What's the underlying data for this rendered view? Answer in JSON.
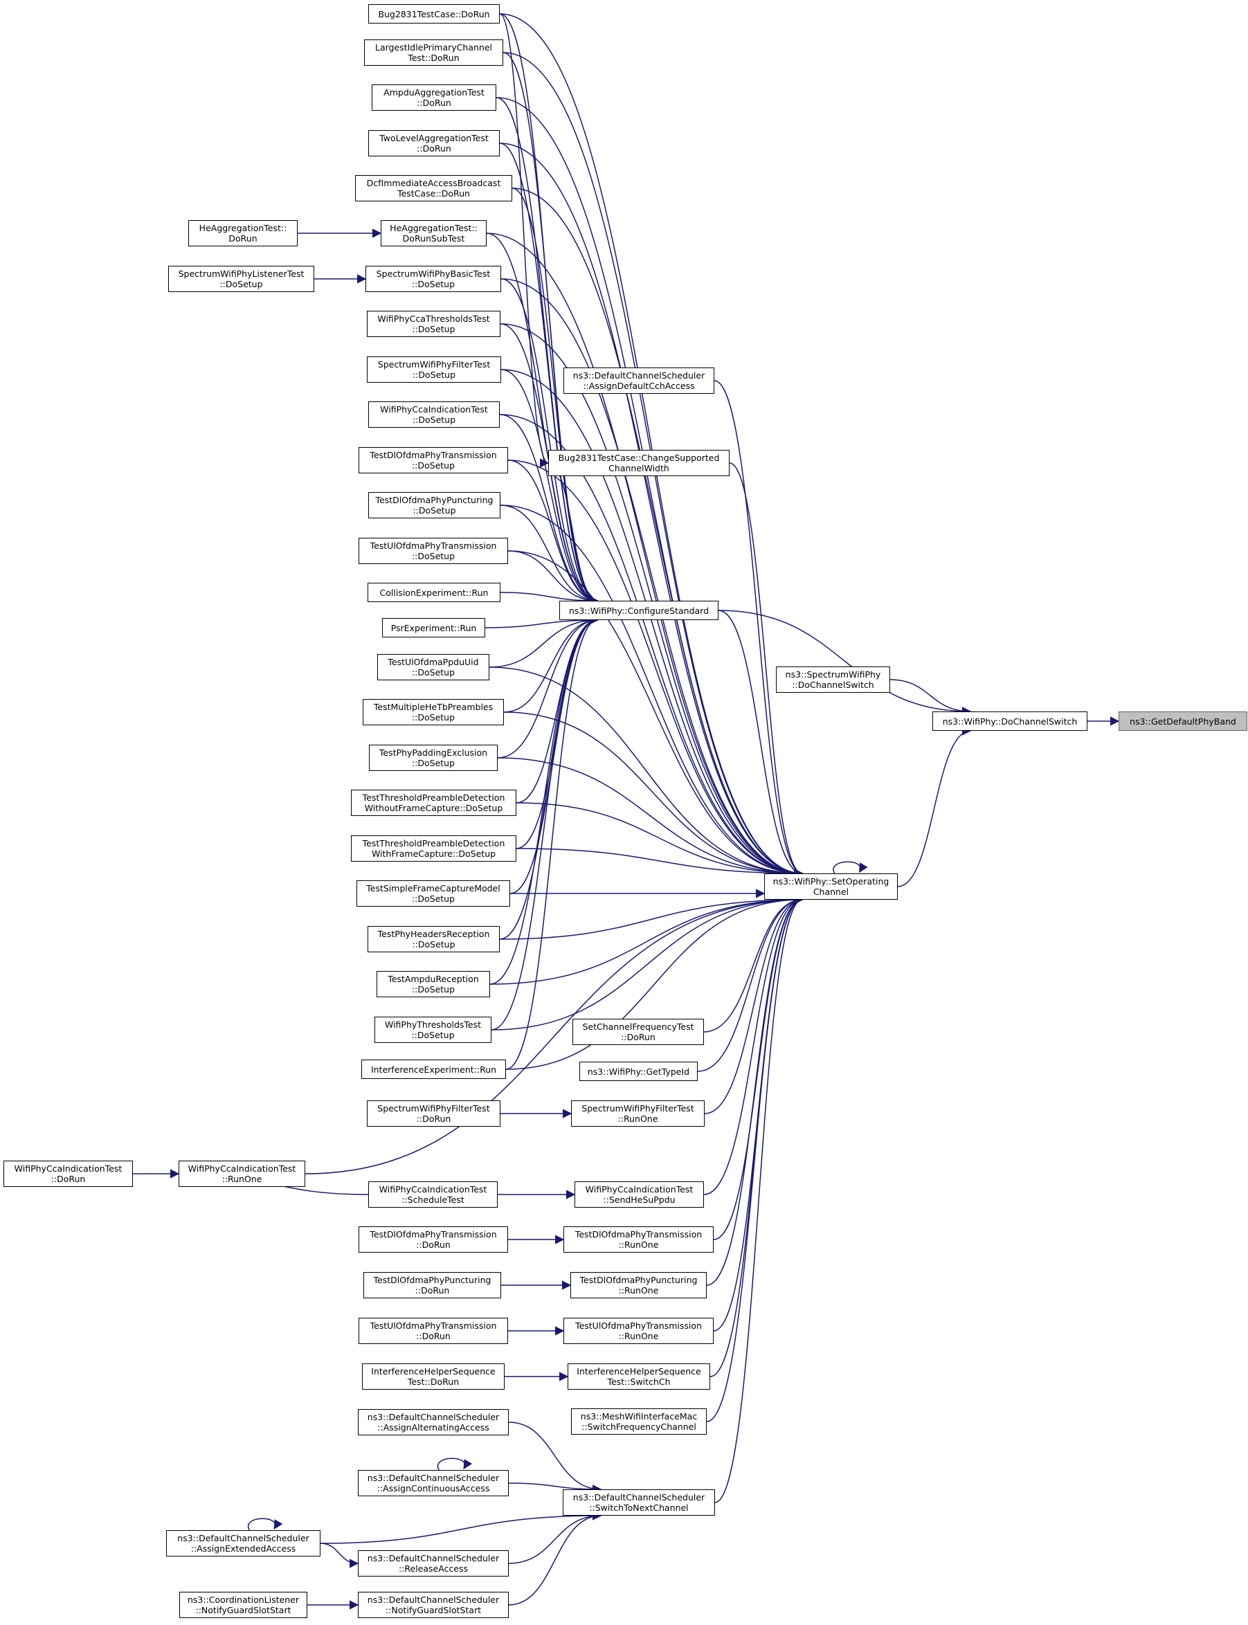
{
  "graph": {
    "root": "n_gdpb",
    "nodes": [
      {
        "id": "n_gdpb",
        "lines": [
          "ns3::GetDefaultPhyBand"
        ],
        "current": true
      },
      {
        "id": "n_dcs",
        "lines": [
          "ns3::WifiPhy::DoChannelSwitch"
        ]
      },
      {
        "id": "n_sdcs",
        "lines": [
          "ns3::SpectrumWifiPhy",
          "::DoChannelSwitch"
        ]
      },
      {
        "id": "n_soc",
        "lines": [
          "ns3::WifiPhy::SetOperating",
          "Channel"
        ]
      },
      {
        "id": "n_cs",
        "lines": [
          "ns3::WifiPhy::ConfigureStandard"
        ]
      },
      {
        "id": "n_bugrun",
        "lines": [
          "Bug2831TestCase::DoRun"
        ]
      },
      {
        "id": "n_lipc",
        "lines": [
          "LargestIdlePrimaryChannel",
          "Test::DoRun"
        ]
      },
      {
        "id": "n_ampdu",
        "lines": [
          "AmpduAggregationTest",
          "::DoRun"
        ]
      },
      {
        "id": "n_twolevel",
        "lines": [
          "TwoLevelAggregationTest",
          "::DoRun"
        ]
      },
      {
        "id": "n_dcf",
        "lines": [
          "DcfImmediateAccessBroadcast",
          "TestCase::DoRun"
        ]
      },
      {
        "id": "n_heagg",
        "lines": [
          "HeAggregationTest::",
          "DoRunSubTest"
        ]
      },
      {
        "id": "n_heagg_run",
        "lines": [
          "HeAggregationTest::",
          "DoRun"
        ]
      },
      {
        "id": "n_swpbasic",
        "lines": [
          "SpectrumWifiPhyBasicTest",
          "::DoSetup"
        ]
      },
      {
        "id": "n_swplistener",
        "lines": [
          "SpectrumWifiPhyListenerTest",
          "::DoSetup"
        ]
      },
      {
        "id": "n_wcca_thr",
        "lines": [
          "WifiPhyCcaThresholdsTest",
          "::DoSetup"
        ]
      },
      {
        "id": "n_swpfilter_setup",
        "lines": [
          "SpectrumWifiPhyFilterTest",
          "::DoSetup"
        ]
      },
      {
        "id": "n_wcca_ind_setup",
        "lines": [
          "WifiPhyCcaIndicationTest",
          "::DoSetup"
        ]
      },
      {
        "id": "n_dlofdma_tx_setup",
        "lines": [
          "TestDlOfdmaPhyTransmission",
          "::DoSetup"
        ]
      },
      {
        "id": "n_dlofdma_punc_setup",
        "lines": [
          "TestDlOfdmaPhyPuncturing",
          "::DoSetup"
        ]
      },
      {
        "id": "n_ulofdma_tx_setup",
        "lines": [
          "TestUlOfdmaPhyTransmission",
          "::DoSetup"
        ]
      },
      {
        "id": "n_collision",
        "lines": [
          "CollisionExperiment::Run"
        ]
      },
      {
        "id": "n_psr",
        "lines": [
          "PsrExperiment::Run"
        ]
      },
      {
        "id": "n_ulppdu",
        "lines": [
          "TestUlOfdmaPpduUid",
          "::DoSetup"
        ]
      },
      {
        "id": "n_multihetb",
        "lines": [
          "TestMultipleHeTbPreambles",
          "::DoSetup"
        ]
      },
      {
        "id": "n_padding",
        "lines": [
          "TestPhyPaddingExclusion",
          "::DoSetup"
        ]
      },
      {
        "id": "n_thr_wo",
        "lines": [
          "TestThresholdPreambleDetection",
          "WithoutFrameCapture::DoSetup"
        ]
      },
      {
        "id": "n_thr_w",
        "lines": [
          "TestThresholdPreambleDetection",
          "WithFrameCapture::DoSetup"
        ]
      },
      {
        "id": "n_simplecap",
        "lines": [
          "TestSimpleFrameCaptureModel",
          "::DoSetup"
        ]
      },
      {
        "id": "n_headers",
        "lines": [
          "TestPhyHeadersReception",
          "::DoSetup"
        ]
      },
      {
        "id": "n_ampdurx",
        "lines": [
          "TestAmpduReception",
          "::DoSetup"
        ]
      },
      {
        "id": "n_wphythr",
        "lines": [
          "WifiPhyThresholdsTest",
          "::DoSetup"
        ]
      },
      {
        "id": "n_interf",
        "lines": [
          "InterferenceExperiment::Run"
        ]
      },
      {
        "id": "n_adca",
        "lines": [
          "ns3::DefaultChannelScheduler",
          "::AssignDefaultCchAccess"
        ]
      },
      {
        "id": "n_bugchg",
        "lines": [
          "Bug2831TestCase::ChangeSupported",
          "ChannelWidth"
        ]
      },
      {
        "id": "n_setchfreq",
        "lines": [
          "SetChannelFrequencyTest",
          "::DoRun"
        ]
      },
      {
        "id": "n_gettypeid",
        "lines": [
          "ns3::WifiPhy::GetTypeId"
        ]
      },
      {
        "id": "n_swpfilter_runone",
        "lines": [
          "SpectrumWifiPhyFilterTest",
          "::RunOne"
        ]
      },
      {
        "id": "n_swpfilter_dorun",
        "lines": [
          "SpectrumWifiPhyFilterTest",
          "::DoRun"
        ]
      },
      {
        "id": "n_wcca_runone",
        "lines": [
          "WifiPhyCcaIndicationTest",
          "::RunOne"
        ]
      },
      {
        "id": "n_wcca_dorun",
        "lines": [
          "WifiPhyCcaIndicationTest",
          "::DoRun"
        ]
      },
      {
        "id": "n_wcca_sched",
        "lines": [
          "WifiPhyCcaIndicationTest",
          "::ScheduleTest"
        ]
      },
      {
        "id": "n_wcca_send",
        "lines": [
          "WifiPhyCcaIndicationTest",
          "::SendHeSuPpdu"
        ]
      },
      {
        "id": "n_dlofdma_tx_runone",
        "lines": [
          "TestDlOfdmaPhyTransmission",
          "::RunOne"
        ]
      },
      {
        "id": "n_dlofdma_tx_dorun",
        "lines": [
          "TestDlOfdmaPhyTransmission",
          "::DoRun"
        ]
      },
      {
        "id": "n_dlofdma_punc_runone",
        "lines": [
          "TestDlOfdmaPhyPuncturing",
          "::RunOne"
        ]
      },
      {
        "id": "n_dlofdma_punc_dorun",
        "lines": [
          "TestDlOfdmaPhyPuncturing",
          "::DoRun"
        ]
      },
      {
        "id": "n_ulofdma_tx_runone",
        "lines": [
          "TestUlOfdmaPhyTransmission",
          "::RunOne"
        ]
      },
      {
        "id": "n_ulofdma_tx_dorun",
        "lines": [
          "TestUlOfdmaPhyTransmission",
          "::DoRun"
        ]
      },
      {
        "id": "n_ihs_switch",
        "lines": [
          "InterferenceHelperSequence",
          "Test::SwitchCh"
        ]
      },
      {
        "id": "n_ihs_dorun",
        "lines": [
          "InterferenceHelperSequence",
          "Test::DoRun"
        ]
      },
      {
        "id": "n_mesh",
        "lines": [
          "ns3::MeshWifiInterfaceMac",
          "::SwitchFrequencyChannel"
        ]
      },
      {
        "id": "n_stnc",
        "lines": [
          "ns3::DefaultChannelScheduler",
          "::SwitchToNextChannel"
        ]
      },
      {
        "id": "n_aaa",
        "lines": [
          "ns3::DefaultChannelScheduler",
          "::AssignAlternatingAccess"
        ]
      },
      {
        "id": "n_aca",
        "lines": [
          "ns3::DefaultChannelScheduler",
          "::AssignContinuousAccess"
        ]
      },
      {
        "id": "n_aea",
        "lines": [
          "ns3::DefaultChannelScheduler",
          "::AssignExtendedAccess"
        ]
      },
      {
        "id": "n_ra",
        "lines": [
          "ns3::DefaultChannelScheduler",
          "::ReleaseAccess"
        ]
      },
      {
        "id": "n_ngss",
        "lines": [
          "ns3::DefaultChannelScheduler",
          "::NotifyGuardSlotStart"
        ]
      },
      {
        "id": "n_cl_ngss",
        "lines": [
          "ns3::CoordinationListener",
          "::NotifyGuardSlotStart"
        ]
      }
    ],
    "edges": [
      [
        "n_dcs",
        "n_gdpb"
      ],
      [
        "n_sdcs",
        "n_dcs"
      ],
      [
        "n_soc",
        "n_dcs"
      ],
      [
        "n_cs",
        "n_dcs"
      ],
      [
        "n_soc",
        "n_soc"
      ],
      [
        "n_cs",
        "n_soc"
      ],
      [
        "n_bugrun",
        "n_cs"
      ],
      [
        "n_lipc",
        "n_cs"
      ],
      [
        "n_ampdu",
        "n_cs"
      ],
      [
        "n_twolevel",
        "n_cs"
      ],
      [
        "n_dcf",
        "n_cs"
      ],
      [
        "n_heagg",
        "n_cs"
      ],
      [
        "n_swpbasic",
        "n_cs"
      ],
      [
        "n_wcca_thr",
        "n_cs"
      ],
      [
        "n_swpfilter_setup",
        "n_cs"
      ],
      [
        "n_wcca_ind_setup",
        "n_cs"
      ],
      [
        "n_dlofdma_tx_setup",
        "n_cs"
      ],
      [
        "n_dlofdma_punc_setup",
        "n_cs"
      ],
      [
        "n_ulofdma_tx_setup",
        "n_cs"
      ],
      [
        "n_collision",
        "n_cs"
      ],
      [
        "n_psr",
        "n_cs"
      ],
      [
        "n_ulppdu",
        "n_cs"
      ],
      [
        "n_multihetb",
        "n_cs"
      ],
      [
        "n_padding",
        "n_cs"
      ],
      [
        "n_thr_wo",
        "n_cs"
      ],
      [
        "n_thr_w",
        "n_cs"
      ],
      [
        "n_simplecap",
        "n_cs"
      ],
      [
        "n_headers",
        "n_cs"
      ],
      [
        "n_ampdurx",
        "n_cs"
      ],
      [
        "n_wphythr",
        "n_cs"
      ],
      [
        "n_interf",
        "n_cs"
      ],
      [
        "n_bugchg",
        "n_cs"
      ],
      [
        "n_heagg_run",
        "n_heagg"
      ],
      [
        "n_swplistener",
        "n_swpbasic"
      ],
      [
        "n_bugrun",
        "n_bugchg"
      ],
      [
        "n_bugrun",
        "n_soc"
      ],
      [
        "n_lipc",
        "n_soc"
      ],
      [
        "n_ampdu",
        "n_soc"
      ],
      [
        "n_twolevel",
        "n_soc"
      ],
      [
        "n_dcf",
        "n_soc"
      ],
      [
        "n_heagg",
        "n_soc"
      ],
      [
        "n_swpbasic",
        "n_soc"
      ],
      [
        "n_wcca_thr",
        "n_soc"
      ],
      [
        "n_swpfilter_setup",
        "n_soc"
      ],
      [
        "n_wcca_ind_setup",
        "n_soc"
      ],
      [
        "n_dlofdma_tx_setup",
        "n_soc"
      ],
      [
        "n_dlofdma_punc_setup",
        "n_soc"
      ],
      [
        "n_ulofdma_tx_setup",
        "n_soc"
      ],
      [
        "n_ulppdu",
        "n_soc"
      ],
      [
        "n_multihetb",
        "n_soc"
      ],
      [
        "n_padding",
        "n_soc"
      ],
      [
        "n_thr_wo",
        "n_soc"
      ],
      [
        "n_thr_w",
        "n_soc"
      ],
      [
        "n_simplecap",
        "n_soc"
      ],
      [
        "n_headers",
        "n_soc"
      ],
      [
        "n_ampdurx",
        "n_soc"
      ],
      [
        "n_wphythr",
        "n_soc"
      ],
      [
        "n_interf",
        "n_soc"
      ],
      [
        "n_adca",
        "n_soc"
      ],
      [
        "n_bugchg",
        "n_soc"
      ],
      [
        "n_setchfreq",
        "n_soc"
      ],
      [
        "n_gettypeid",
        "n_soc"
      ],
      [
        "n_swpfilter_runone",
        "n_soc"
      ],
      [
        "n_wcca_runone",
        "n_soc"
      ],
      [
        "n_wcca_send",
        "n_soc"
      ],
      [
        "n_dlofdma_tx_runone",
        "n_soc"
      ],
      [
        "n_dlofdma_punc_runone",
        "n_soc"
      ],
      [
        "n_ulofdma_tx_runone",
        "n_soc"
      ],
      [
        "n_ihs_switch",
        "n_soc"
      ],
      [
        "n_mesh",
        "n_soc"
      ],
      [
        "n_stnc",
        "n_soc"
      ],
      [
        "n_swpfilter_dorun",
        "n_swpfilter_runone"
      ],
      [
        "n_wcca_dorun",
        "n_wcca_runone"
      ],
      [
        "n_wcca_sched",
        "n_wcca_runone"
      ],
      [
        "n_wcca_sched",
        "n_wcca_send"
      ],
      [
        "n_dlofdma_tx_dorun",
        "n_dlofdma_tx_runone"
      ],
      [
        "n_dlofdma_punc_dorun",
        "n_dlofdma_punc_runone"
      ],
      [
        "n_ulofdma_tx_dorun",
        "n_ulofdma_tx_runone"
      ],
      [
        "n_ihs_dorun",
        "n_ihs_switch"
      ],
      [
        "n_aaa",
        "n_stnc"
      ],
      [
        "n_aca",
        "n_stnc"
      ],
      [
        "n_aca",
        "n_aca"
      ],
      [
        "n_aea",
        "n_stnc"
      ],
      [
        "n_aea",
        "n_aea"
      ],
      [
        "n_aea",
        "n_ra"
      ],
      [
        "n_ra",
        "n_stnc"
      ],
      [
        "n_ngss",
        "n_stnc"
      ],
      [
        "n_cl_ngss",
        "n_ngss"
      ]
    ],
    "colors": {
      "edge": "#191970",
      "node_border": "#000000",
      "current_fill": "#bfbfbf"
    }
  }
}
